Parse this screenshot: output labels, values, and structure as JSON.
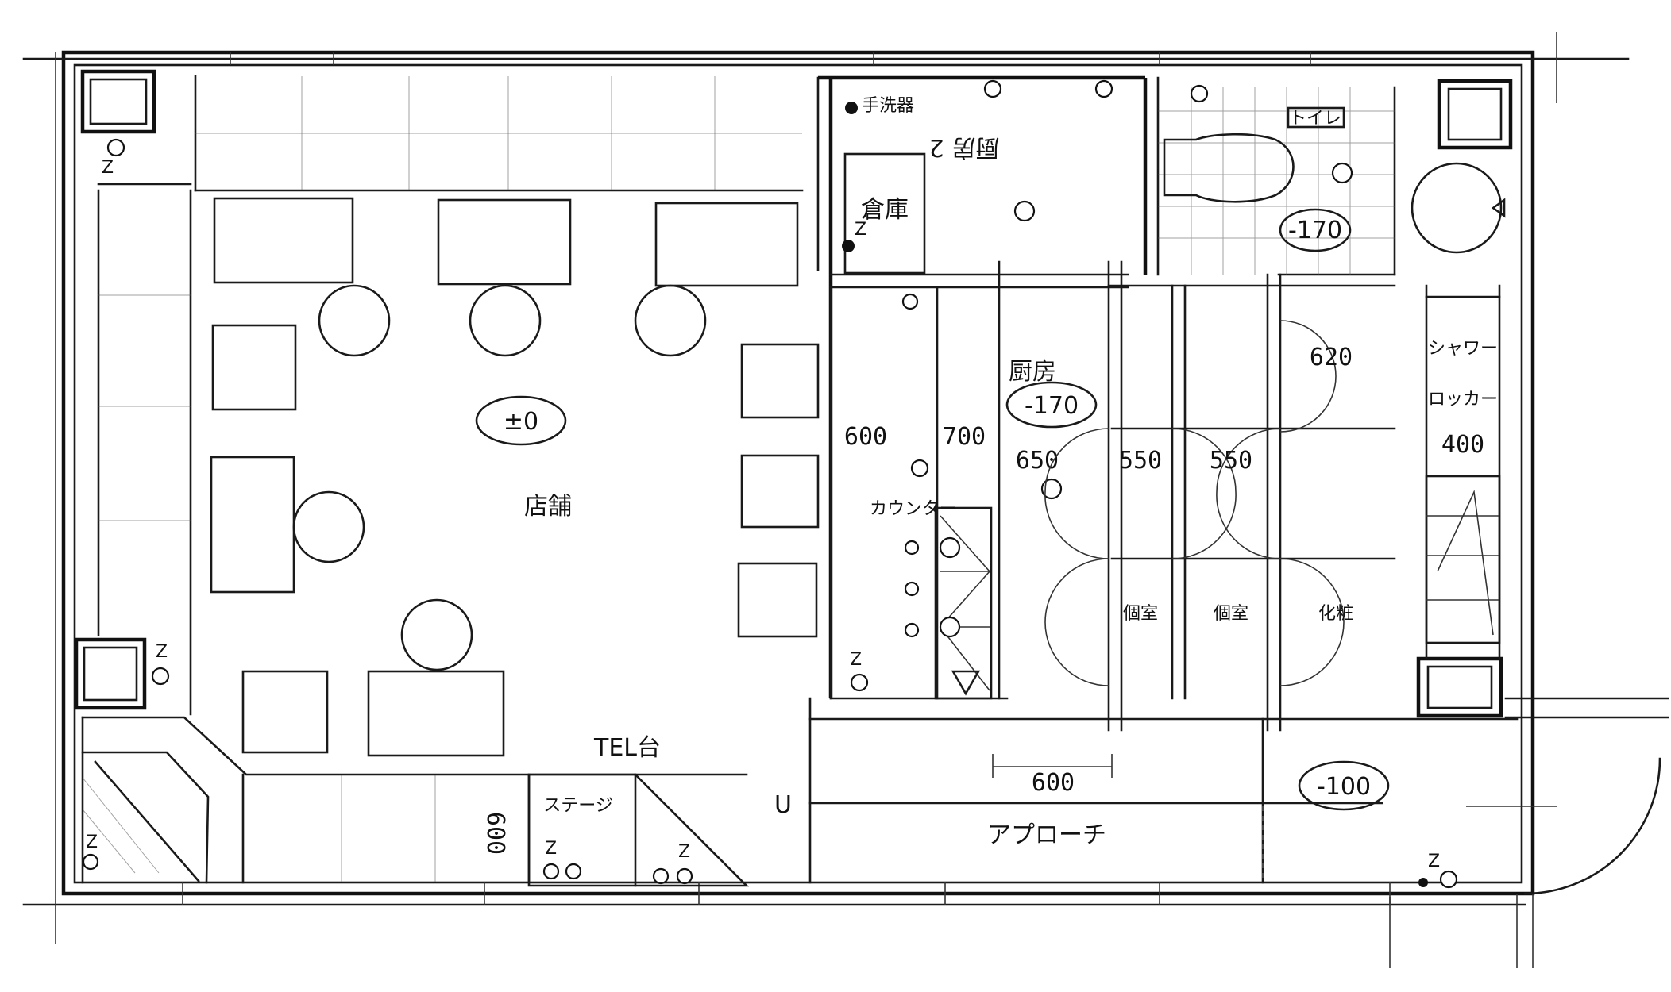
{
  "room_labels": {
    "shop_floor": "店舗",
    "kitchen": "厨房",
    "kitchen_2": "厨房 2",
    "storage": "倉庫",
    "counter": "カウンター",
    "toilet": "トイレ",
    "entrance_approach": "アプローチ",
    "stage": "ステージ",
    "tel": "TEL台",
    "hand_sink": "手洗器",
    "dressing": "化粧",
    "locker": "ロッカー",
    "shower": "シャワー",
    "room_a": "個室",
    "room_b": "個室"
  },
  "levels": {
    "floor": "±0",
    "kitchen": "-170",
    "toilet": "-170",
    "entrance": "-100"
  },
  "dimensions": {
    "d600_a": "600",
    "d700": "700",
    "d650": "650",
    "d550_a": "550",
    "d550_b": "550",
    "d620": "620",
    "d400": "400",
    "d600_b": "600",
    "d600_c": "600"
  },
  "marks": {
    "z": "Z",
    "entrance_u": "U"
  },
  "colors": {
    "line": "#1a1a1a",
    "paper": "#ffffff"
  }
}
